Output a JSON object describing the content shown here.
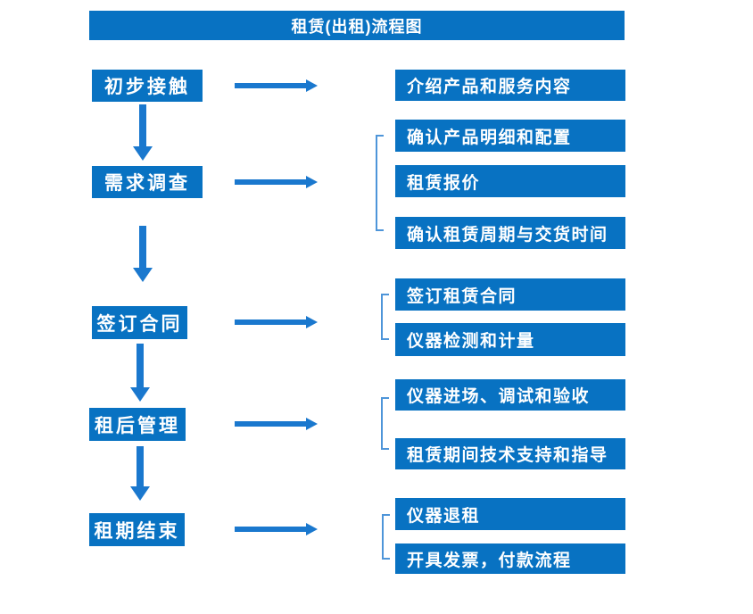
{
  "title": "租赁(出租)流程图",
  "colors": {
    "box_blue": "#0872C2",
    "arrow_blue": "#1A78CE",
    "bracket_blue": "#4E95D9",
    "text": "#FFFFFF",
    "background": "#FFFFFF"
  },
  "flow": [
    {
      "step": "初步接触",
      "details": [
        "介绍产品和服务内容"
      ]
    },
    {
      "step": "需求调查",
      "details": [
        "确认产品明细和配置",
        "租赁报价",
        "确认租赁周期与交货时间"
      ]
    },
    {
      "step": "签订合同",
      "details": [
        "签订租赁合同",
        "仪器检测和计量"
      ]
    },
    {
      "step": "租后管理",
      "details": [
        "仪器进场、调试和验收",
        "租赁期间技术支持和指导"
      ]
    },
    {
      "step": "租期结束",
      "details": [
        "仪器退租",
        "开具发票，付款流程"
      ]
    }
  ]
}
